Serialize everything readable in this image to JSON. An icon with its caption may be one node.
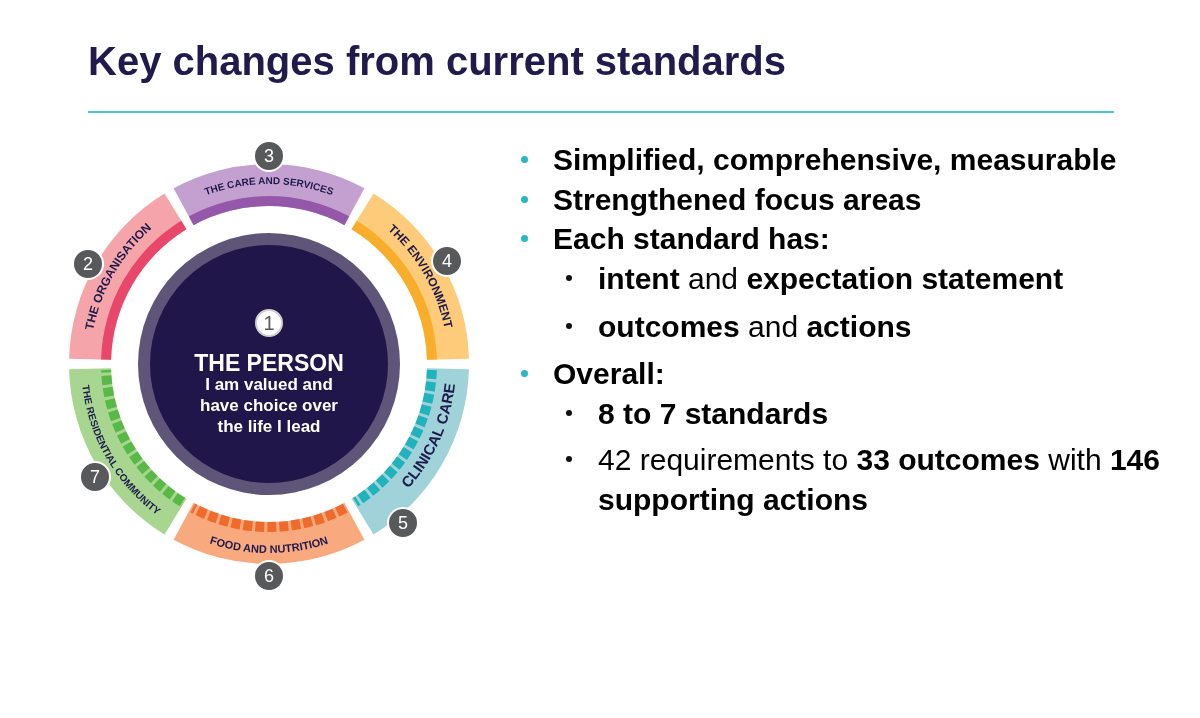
{
  "diagram": {
    "title": "Key changes from current standards",
    "nodes": [
      {
        "text": [
          "THE PERSON",
          "I am valued and have choice over the life I lead"
        ]
      },
      {
        "text": [
          "1"
        ],
        "in": 0
      },
      {
        "text": [
          "THE ORGANISATION"
        ]
      },
      {
        "text": [
          "2"
        ]
      },
      {
        "text": [
          "THE CARE AND SERVICES"
        ]
      },
      {
        "text": [
          "3"
        ]
      },
      {
        "text": [
          "THE ENVIRONMENT"
        ]
      },
      {
        "text": [
          "4"
        ]
      },
      {
        "text": [
          "CLINICAL CARE"
        ]
      },
      {
        "text": [
          "5"
        ]
      },
      {
        "text": [
          "FOOD AND NUTRITION"
        ]
      },
      {
        "text": [
          "6"
        ]
      },
      {
        "text": [
          "THE RESIDENTIAL COMMUNITY"
        ]
      },
      {
        "text": [
          "7"
        ]
      }
    ],
    "labels": [
      "Simplified, comprehensive, measurable",
      "Strengthened focus areas",
      "Each standard has:",
      "**intent** and **expectation statement**",
      "**outcomes** and **actions**",
      "Overall:",
      "8 to 7 standards",
      "42 requirements to **33 outcomes** with **146 supporting actions**"
    ]
  }
}
